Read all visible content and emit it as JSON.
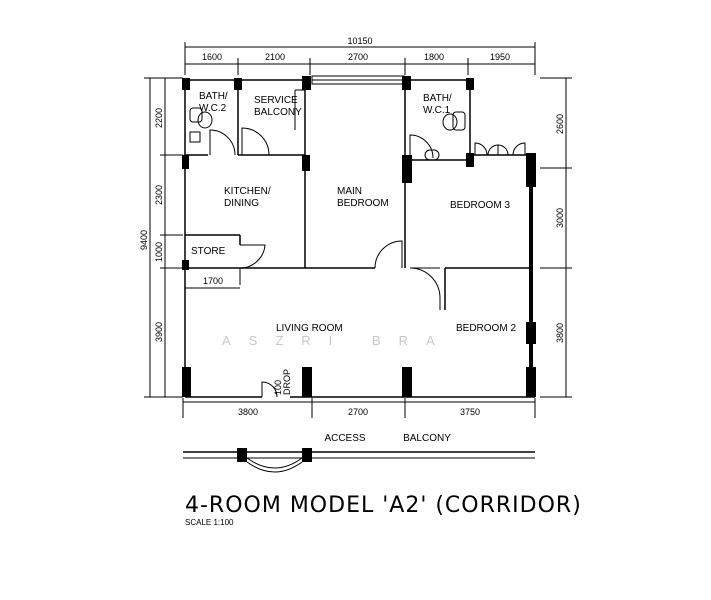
{
  "dimensions": {
    "overall_width": "10150",
    "top": [
      "1600",
      "2100",
      "2700",
      "1800",
      "1950"
    ],
    "left_overall": "9400",
    "left": [
      "2200",
      "2300",
      "1000",
      "3900"
    ],
    "right": [
      "2600",
      "3000",
      "3800"
    ],
    "bottom": [
      "3800",
      "2700",
      "3750"
    ],
    "store_width": "1700"
  },
  "rooms": {
    "bath_wc2": [
      "BATH/",
      "W.C.2"
    ],
    "service_balcony": [
      "SERVICE",
      "BALCONY"
    ],
    "bath_wc1": [
      "BATH/",
      "W.C.1"
    ],
    "kitchen_dining": [
      "KITCHEN/",
      "DINING"
    ],
    "main_bedroom": [
      "MAIN",
      "BEDROOM"
    ],
    "bedroom3": "BEDROOM 3",
    "store": "STORE",
    "living_room": "LIVING ROOM",
    "bedroom2": "BEDROOM 2",
    "drop": [
      "100",
      "DROP"
    ]
  },
  "access_balcony": {
    "left": "ACCESS",
    "right": "BALCONY"
  },
  "watermark": "ASZRI BRA",
  "title": "4-ROOM MODEL 'A2' (CORRIDOR)",
  "scale": "SCALE  1:100"
}
